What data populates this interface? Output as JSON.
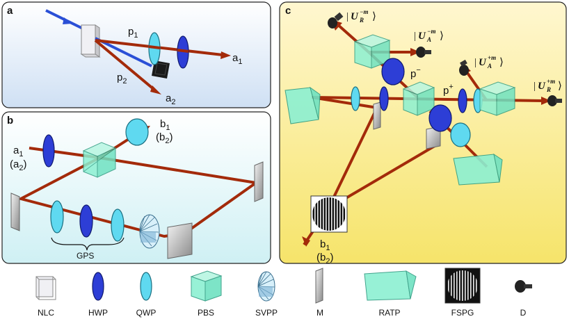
{
  "panels": {
    "a": {
      "letter": "a",
      "labels": {
        "p1": "p",
        "p1_sub": "1",
        "p2": "p",
        "p2_sub": "2",
        "a1": "a",
        "a1_sub": "1",
        "a2": "a",
        "a2_sub": "2"
      }
    },
    "b": {
      "letter": "b",
      "labels": {
        "a1": "a",
        "a1_sub": "1",
        "a2": "(a",
        "a2_sub": "2",
        "a2_close": ")",
        "b1": "b",
        "b1_sub": "1",
        "b2": "(b",
        "b2_sub": "2",
        "b2_close": ")",
        "gps": "GPS"
      }
    },
    "c": {
      "letter": "c",
      "labels": {
        "b1": "b",
        "b1_sub": "1",
        "b2": "(b",
        "b2_sub": "2",
        "b2_close": ")",
        "p_minus": "p",
        "p_minus_sup": "−",
        "p_plus": "p",
        "p_plus_sup": "+",
        "kets": {
          "ur_minus": {
            "letter": "U",
            "sup": "−m",
            "sub": "R"
          },
          "ua_minus": {
            "letter": "U",
            "sup": "−m",
            "sub": "A"
          },
          "ua_plus": {
            "letter": "U",
            "sup": "+m",
            "sub": "A"
          },
          "ur_plus": {
            "letter": "U",
            "sup": "+m",
            "sub": "R"
          }
        }
      }
    }
  },
  "legend": [
    "NLC",
    "HWP",
    "QWP",
    "PBS",
    "SVPP",
    "M",
    "RATP",
    "FSPG",
    "D"
  ],
  "colors": {
    "beam_red": "#a32a0a",
    "beam_blue": "#2a4fd6",
    "hwp": "#2d3ed6",
    "qwp": "#5fd9f0",
    "pbs": "#8cf0d2",
    "panel_a_bg": "#d8e8f8",
    "panel_b_bg": "#d8f4f6",
    "panel_c_bg": "#f8e870"
  }
}
